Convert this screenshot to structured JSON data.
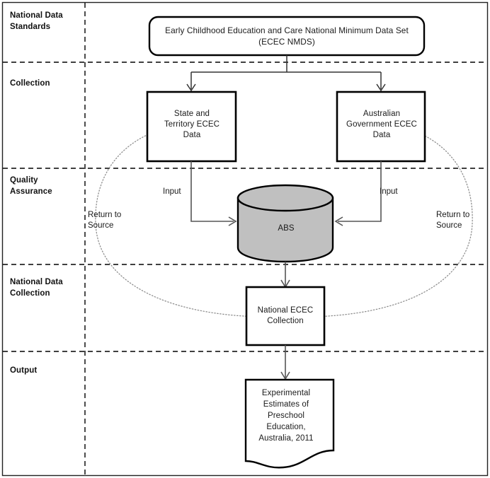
{
  "diagram": {
    "title": "ECEC National Minimum Data Set flow",
    "colors": {
      "stroke": "#000000",
      "cylinder_fill": "#c0c0c0",
      "dashed_divider": "#000000",
      "dotted_arc": "#808080",
      "text": "#1a1a1a",
      "background": "#ffffff"
    },
    "stages": [
      {
        "id": "national-data-standards",
        "label": "National Data\nStandards"
      },
      {
        "id": "collection",
        "label": "Collection"
      },
      {
        "id": "quality-assurance",
        "label": "Quality\nAssurance"
      },
      {
        "id": "national-data-collection",
        "label": "National Data\nCollection"
      },
      {
        "id": "output",
        "label": "Output"
      }
    ],
    "nodes": {
      "nmds": {
        "shape": "rounded-rectangle",
        "line1": "Early Childhood Education and Care National Minimum Data Set",
        "line2": "(ECEC NMDS)"
      },
      "state_territory": {
        "shape": "rectangle",
        "line1": "State and",
        "line2": "Territory ECEC",
        "line3": "Data"
      },
      "australian_government": {
        "shape": "rectangle",
        "line1": "Australian",
        "line2": "Government ECEC",
        "line3": "Data"
      },
      "abs": {
        "shape": "cylinder",
        "label": "ABS"
      },
      "national_collection": {
        "shape": "rectangle",
        "line1": "National ECEC",
        "line2": "Collection"
      },
      "experimental_estimates": {
        "shape": "document",
        "line1": "Experimental",
        "line2": "Estimates of",
        "line3": "Preschool",
        "line4": "Education,",
        "line5": "Australia, 2011"
      }
    },
    "edges": {
      "input_left": "Input",
      "input_right": "Input",
      "return_left_line1": "Return to",
      "return_left_line2": "Source",
      "return_right_line1": "Return to",
      "return_right_line2": "Source"
    }
  }
}
